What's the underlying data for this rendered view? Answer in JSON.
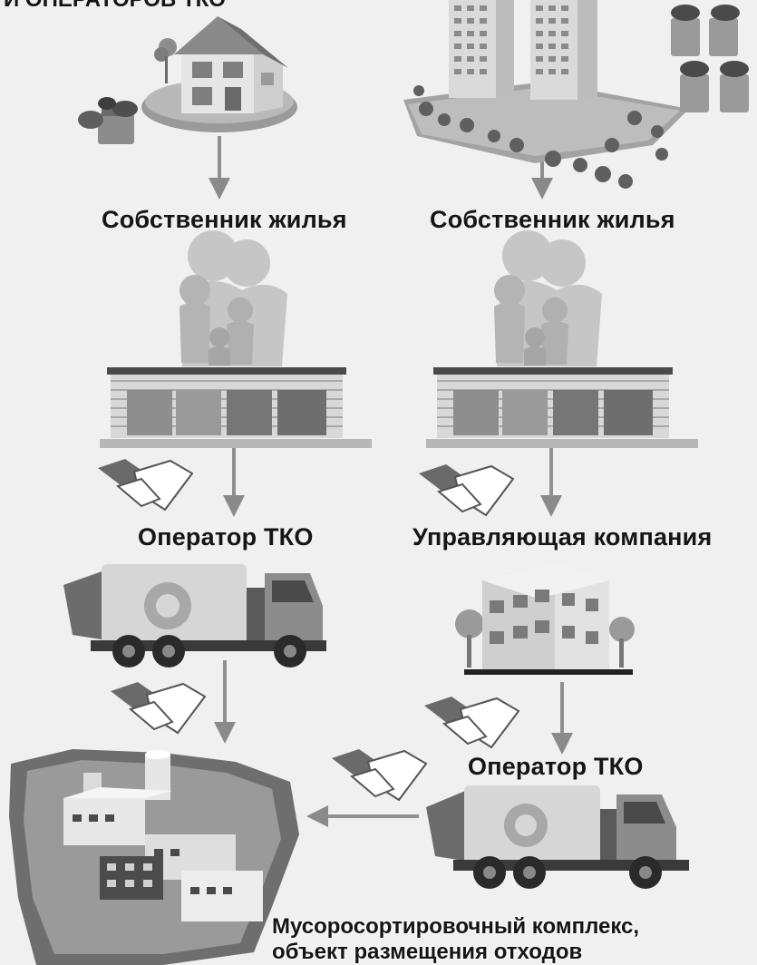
{
  "diagram": {
    "top_caption_partial": "И ОПЕРАТОРОВ ТКО",
    "left_chain": {
      "owner_label": "Собственник жилья",
      "operator_label": "Оператор ТКО"
    },
    "right_chain": {
      "owner_label": "Собственник жилья",
      "management_label": "Управляющая компания",
      "operator_label": "Оператор ТКО"
    },
    "facility_caption": {
      "line1": "Мусоросортировочный комплекс,",
      "line2": "объект размещения отходов"
    }
  }
}
